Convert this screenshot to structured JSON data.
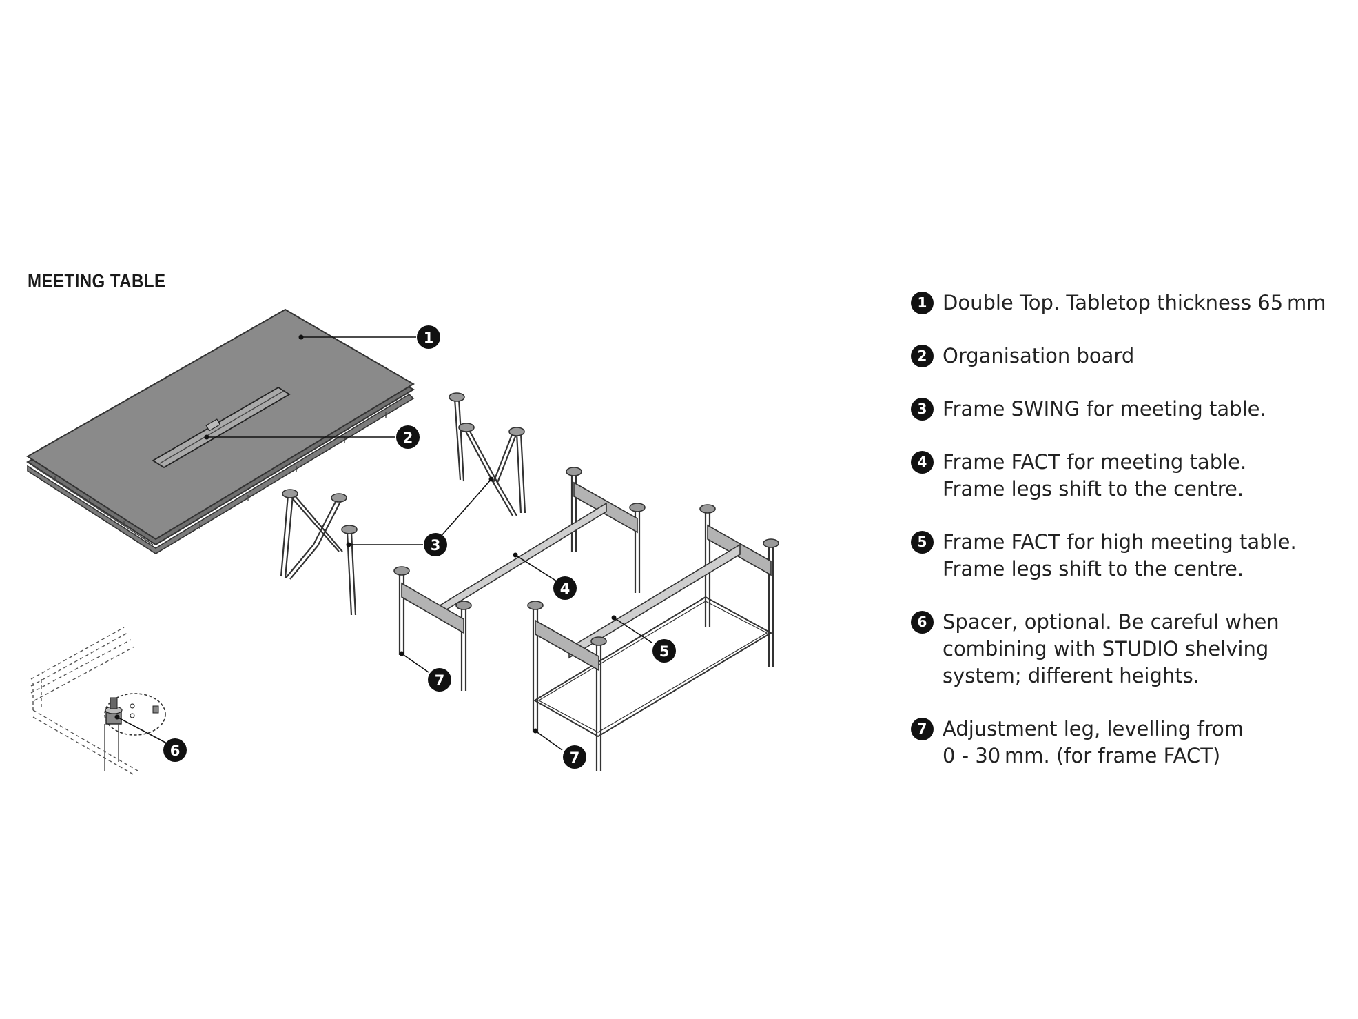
{
  "heading": "MEETING TABLE",
  "legend": [
    {
      "number": "1",
      "lines": [
        "Double Top. Tabletop thickness 65 mm"
      ]
    },
    {
      "number": "2",
      "lines": [
        "Organisation board"
      ]
    },
    {
      "number": "3",
      "lines": [
        "Frame SWING for meeting table."
      ]
    },
    {
      "number": "4",
      "lines": [
        "Frame FACT for meeting table.",
        "Frame legs shift to the centre."
      ]
    },
    {
      "number": "5",
      "lines": [
        "Frame FACT for high meeting table.",
        "Frame legs shift to the centre."
      ]
    },
    {
      "number": "6",
      "lines": [
        "Spacer, optional.  Be careful when",
        "combining with STUDIO shelving",
        "system; different heights."
      ]
    },
    {
      "number": "7",
      "lines": [
        "Adjustment leg, levelling from",
        "0 - 30 mm. (for frame FACT)"
      ]
    }
  ],
  "callouts": [
    "1",
    "2",
    "3",
    "4",
    "5",
    "6",
    "7",
    "7"
  ],
  "colors": {
    "line": "#333333",
    "tabletop": "#8a8a8a",
    "badge": "#111111",
    "badge_text": "#ffffff"
  }
}
